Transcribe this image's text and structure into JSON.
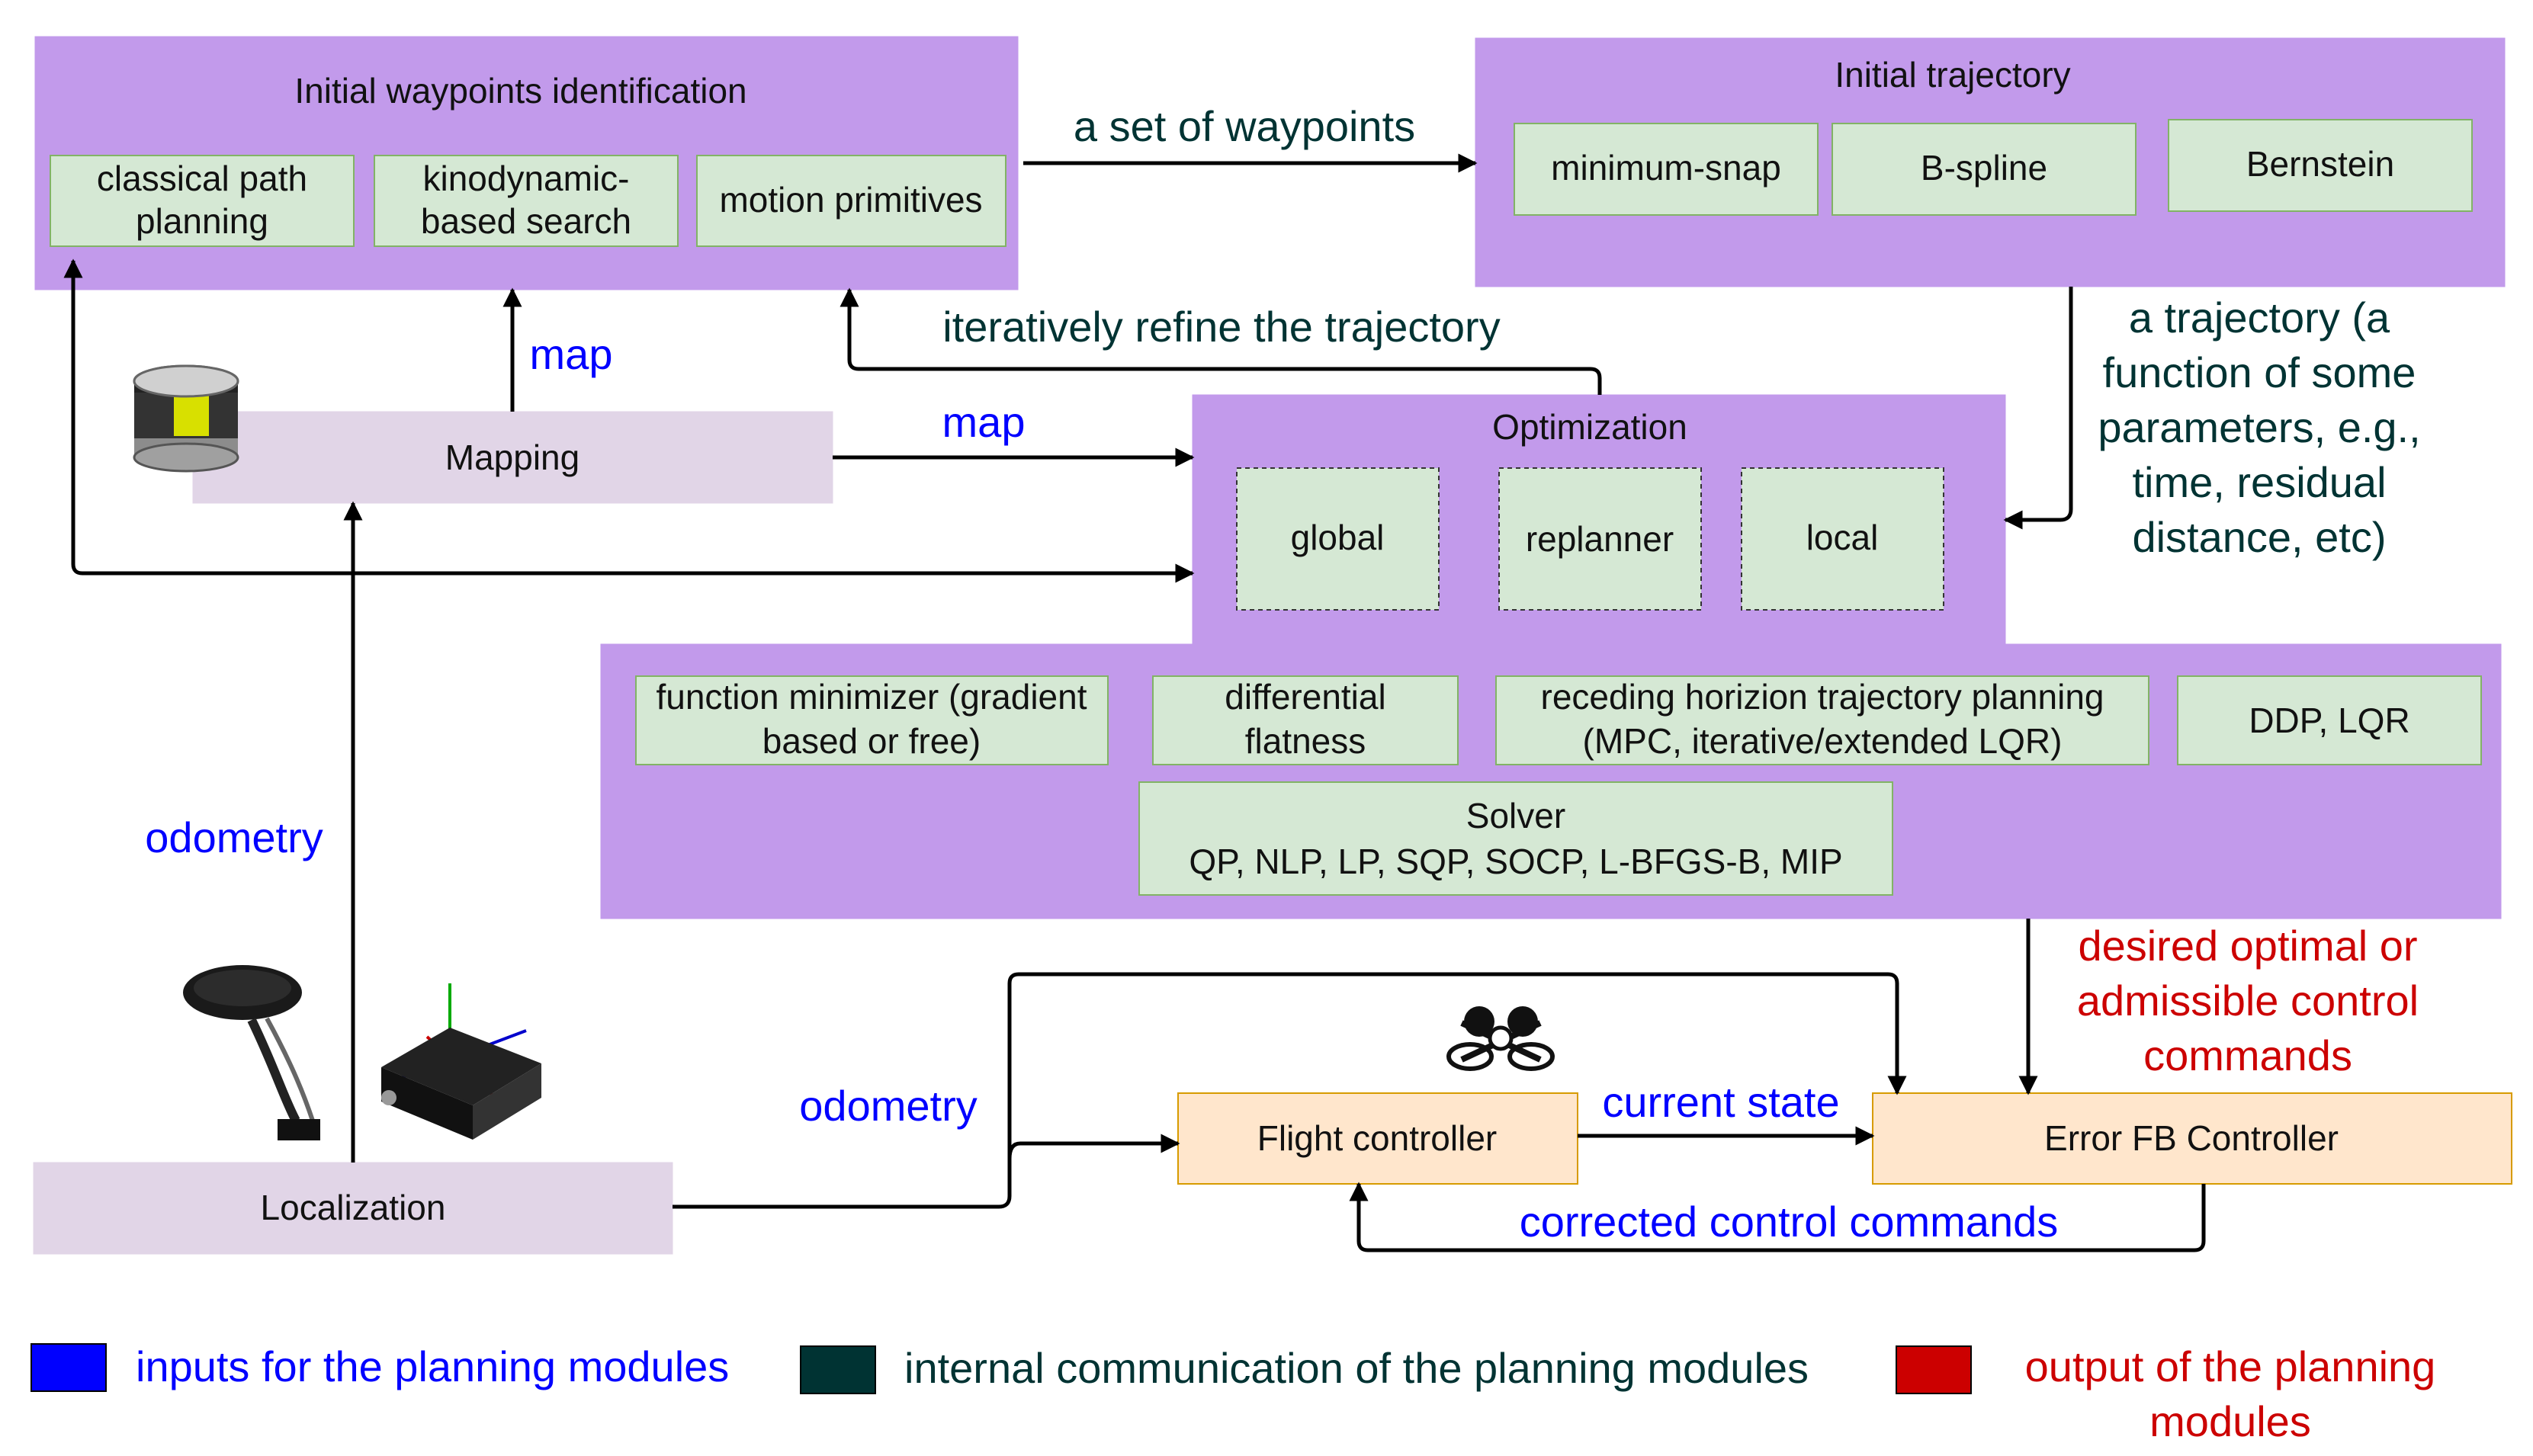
{
  "boxes": {
    "initial_waypoints": {
      "title": "Initial waypoints identification",
      "items": [
        {
          "line1": "classical path",
          "line2": "planning"
        },
        {
          "line1": "kinodynamic-",
          "line2": "based search"
        },
        {
          "line1": "motion primitives"
        }
      ]
    },
    "initial_trajectory": {
      "title": "Initial trajectory",
      "items": [
        "minimum-snap",
        "B-spline",
        "Bernstein"
      ]
    },
    "mapping": {
      "title": "Mapping"
    },
    "optimization": {
      "title": "Optimization",
      "modes": [
        "global",
        "replanner",
        "local"
      ],
      "methods": [
        {
          "line1": "function minimizer (gradient",
          "line2": "based or free)"
        },
        {
          "line1": "differential",
          "line2": "flatness"
        },
        {
          "line1": "receding horizion trajectory planning",
          "line2": "(MPC, iterative/extended LQR)"
        },
        {
          "line1": "DDP, LQR"
        }
      ],
      "solver": {
        "line1": "Solver",
        "line2": "QP, NLP, LP, SQP, SOCP, L-BFGS-B, MIP"
      }
    },
    "localization": {
      "title": "Localization"
    },
    "flight_controller": {
      "title": "Flight controller"
    },
    "error_fb_controller": {
      "title": "Error FB Controller"
    }
  },
  "edge_labels": {
    "waypoints": "a set of waypoints",
    "map_up": "map",
    "map_right": "map",
    "refine": "iteratively refine the trajectory",
    "trajectory": [
      "a trajectory (a",
      "function of some",
      "parameters, e.g.,",
      "time, residual",
      "distance, etc)"
    ],
    "odometry_left": "odometry",
    "odometry_bottom": "odometry",
    "current_state": "current state",
    "corrected": "corrected control commands",
    "desired": [
      "desired optimal or",
      "admissible control",
      "commands"
    ]
  },
  "legend": {
    "inputs": "inputs for the planning modules",
    "internal": "internal communication of the planning modules",
    "output": [
      "output of the planning",
      "modules"
    ]
  },
  "icons": [
    "lidar-icon",
    "gps-antenna-icon",
    "imu-icon",
    "drone-icon"
  ],
  "colors": {
    "module_fill": "#c29aeb",
    "method_fill": "#d5e8d4",
    "io_fill": "#e1d5e7",
    "controller_fill": "#ffe6cc",
    "inputs": "#0000ff",
    "internal": "#003333",
    "output": "#cc0000"
  }
}
